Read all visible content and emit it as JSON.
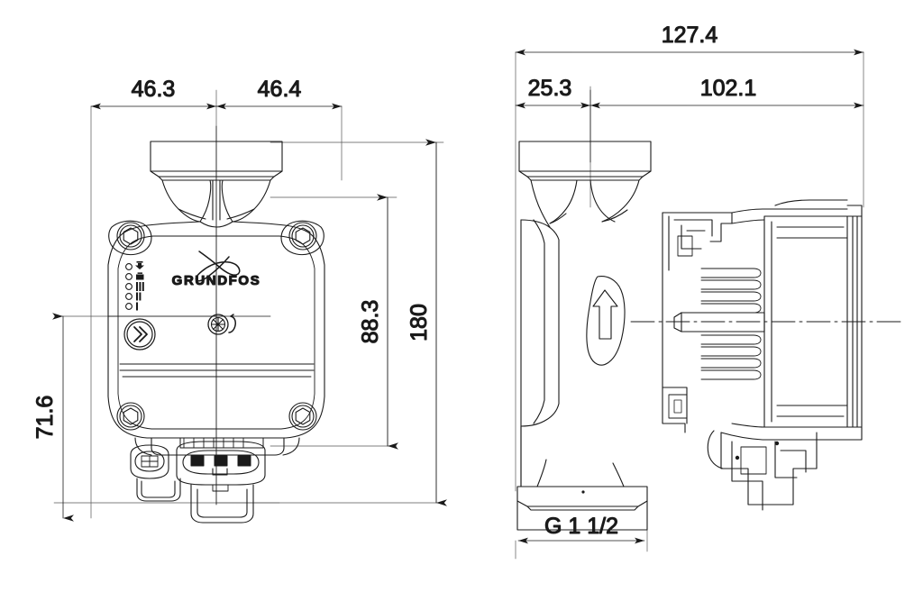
{
  "document": {
    "type": "engineering-drawing",
    "subject": "Grundfos ALPHA circulator pump",
    "views": [
      "front-elevation",
      "side-elevation"
    ],
    "background_color": "#ffffff",
    "line_color": "#1a1a1a",
    "dimension_text_color": "#1a1a1a"
  },
  "front_view": {
    "name": "front-elevation",
    "dimensions": {
      "width_left": "46.3",
      "width_right": "46.4",
      "height_total": "180",
      "height_upper": "88.3",
      "height_lower": "71.6"
    },
    "brand": {
      "logo_text": "GRUNDFOS",
      "logo_mark": "grundfos-arrow-mark"
    },
    "control_panel": {
      "led_indicators": [
        {
          "id": "led-autoadapt",
          "symbol": "autoadapt-icon"
        },
        {
          "id": "led-radiator",
          "symbol": "radiator-icon"
        },
        {
          "id": "led-speed-3",
          "symbol": "III"
        },
        {
          "id": "led-speed-2",
          "symbol": "II"
        },
        {
          "id": "led-speed-1",
          "symbol": "I"
        }
      ],
      "button": {
        "id": "mode-select-button",
        "symbol": "double-chevron-icon"
      },
      "vent_screw": {
        "id": "vent-screw",
        "symbol": "bleed-screw-icon"
      }
    },
    "fasteners": {
      "count": 4,
      "type": "hex-socket-screw"
    },
    "connectors": [
      {
        "id": "connector-small",
        "pins": 2
      },
      {
        "id": "connector-large",
        "pins": 3
      }
    ]
  },
  "side_view": {
    "name": "side-elevation",
    "dimensions": {
      "depth_total": "127.4",
      "depth_front": "25.3",
      "depth_motor": "102.1"
    },
    "thread_label": "G 1 1/2",
    "flow_arrow": {
      "id": "flow-direction-arrow",
      "direction": "up"
    },
    "features": [
      "cooling-fins",
      "terminal-box",
      "union-nut",
      "motor-housing"
    ]
  }
}
